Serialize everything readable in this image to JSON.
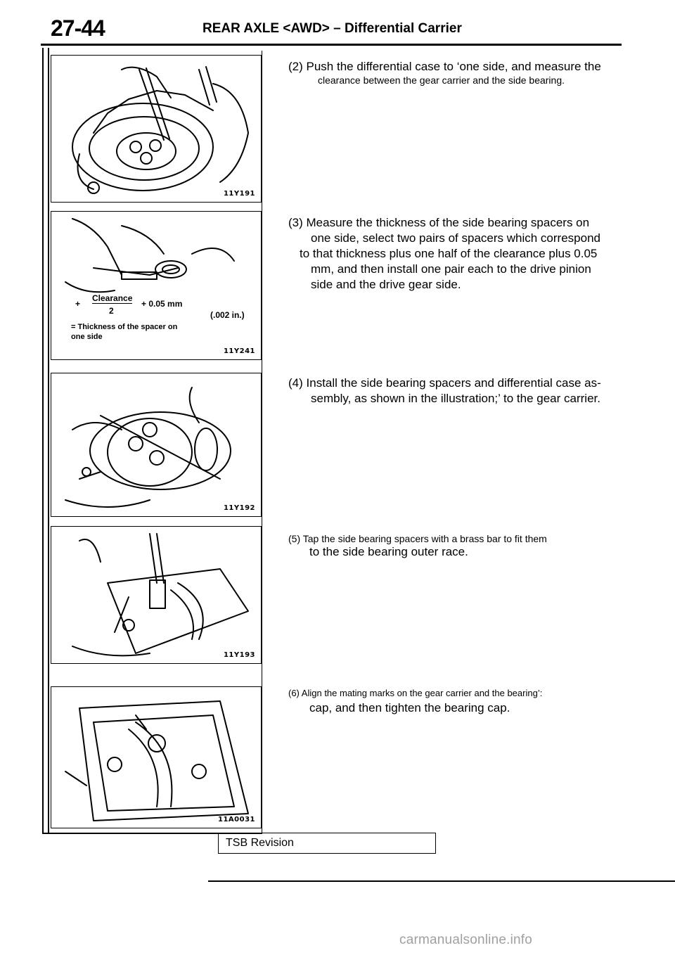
{
  "header": {
    "page_number": "27-44",
    "section_title": "REAR AXLE <AWD> – Differential Carrier"
  },
  "figures": [
    {
      "id": "11Y191"
    },
    {
      "id": "11Y241",
      "formula": {
        "plus": "+",
        "fraction_numerator": "Clearance",
        "fraction_denominator": "2",
        "plus_value": "+ 0.05 mm",
        "inch_value": "(.002 in.)",
        "equals_line": "= Thickness of the spacer on",
        "second_line": "one side"
      }
    },
    {
      "id": "11Y192"
    },
    {
      "id": "11Y193"
    },
    {
      "id": "11A0031"
    }
  ],
  "steps": [
    {
      "number": "(2)",
      "line1": "Push the differential case to ‘one side, and measure the",
      "line2": "clearance between the gear carrier and the side bearing."
    },
    {
      "number": "(3)",
      "line1": "Measure the thickness of the side bearing spacers on",
      "line2": "one side, select two pairs of spacers which correspond",
      "line3": "to that thickness plus one half of the clearance plus 0.05",
      "line4": "mm, and then install one pair each to the drive pinion",
      "line5": "side and the drive gear side."
    },
    {
      "number": "(4)",
      "line1": "Install the side bearing spacers and differential case as-",
      "line2": "sembly, as shown in the illustration;’ to the gear carrier."
    },
    {
      "number": "(5)",
      "line1": "Tap the side bearing spacers with a brass bar to fit them",
      "line2": "to the side bearing outer race."
    },
    {
      "number": "(6)",
      "line1": "Align the mating marks on the gear carrier and the bearing’:",
      "line2": "cap, and then tighten the bearing cap."
    }
  ],
  "footer": {
    "tsb_revision": "TSB Revision",
    "watermark": "carmanualsonline.info"
  }
}
